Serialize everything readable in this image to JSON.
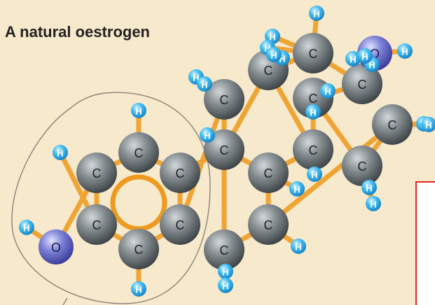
{
  "title": "A natural oestrogen",
  "colors": {
    "background": "#f7e9cc",
    "bond": "#f0a433",
    "aromatic_ring": "#ee9a1e",
    "carbon": "#6f767a",
    "hydrogen": "#3ab4ee",
    "oxygen": "#6b70c8",
    "outline": "#8a8278",
    "callout_border": "#e52521"
  },
  "atoms": [
    {
      "id": "c1",
      "label": "C",
      "element": "carbon"
    },
    {
      "id": "c2",
      "label": "C",
      "element": "carbon"
    },
    {
      "id": "c3",
      "label": "C",
      "element": "carbon"
    },
    {
      "id": "c4",
      "label": "C",
      "element": "carbon"
    },
    {
      "id": "c5",
      "label": "C",
      "element": "carbon"
    },
    {
      "id": "c6",
      "label": "C",
      "element": "carbon"
    },
    {
      "id": "c7",
      "label": "C",
      "element": "carbon"
    },
    {
      "id": "c8",
      "label": "C",
      "element": "carbon"
    },
    {
      "id": "c9",
      "label": "C",
      "element": "carbon"
    },
    {
      "id": "c10",
      "label": "C",
      "element": "carbon"
    },
    {
      "id": "c11",
      "label": "C",
      "element": "carbon"
    },
    {
      "id": "c12",
      "label": "C",
      "element": "carbon"
    },
    {
      "id": "c13",
      "label": "C",
      "element": "carbon"
    },
    {
      "id": "c14",
      "label": "C",
      "element": "carbon"
    },
    {
      "id": "c15",
      "label": "C",
      "element": "carbon"
    },
    {
      "id": "c16",
      "label": "C",
      "element": "carbon"
    },
    {
      "id": "c17",
      "label": "C",
      "element": "carbon"
    },
    {
      "id": "c18",
      "label": "C",
      "element": "carbon"
    },
    {
      "id": "o1",
      "label": "O",
      "element": "oxygen"
    },
    {
      "id": "o2",
      "label": "O",
      "element": "oxygen"
    },
    {
      "id": "h1",
      "label": "H",
      "element": "hydrogen"
    },
    {
      "id": "h2",
      "label": "H",
      "element": "hydrogen"
    },
    {
      "id": "h3",
      "label": "H",
      "element": "hydrogen"
    },
    {
      "id": "h4",
      "label": "H",
      "element": "hydrogen"
    },
    {
      "id": "h5",
      "label": "H",
      "element": "hydrogen"
    },
    {
      "id": "h6",
      "label": "H",
      "element": "hydrogen"
    },
    {
      "id": "h7",
      "label": "H",
      "element": "hydrogen"
    },
    {
      "id": "h8",
      "label": "H",
      "element": "hydrogen"
    },
    {
      "id": "h9",
      "label": "H",
      "element": "hydrogen"
    },
    {
      "id": "h10",
      "label": "H",
      "element": "hydrogen"
    },
    {
      "id": "h11",
      "label": "H",
      "element": "hydrogen"
    },
    {
      "id": "h12",
      "label": "H",
      "element": "hydrogen"
    },
    {
      "id": "h13",
      "label": "H",
      "element": "hydrogen"
    },
    {
      "id": "h14",
      "label": "H",
      "element": "hydrogen"
    },
    {
      "id": "h15",
      "label": "H",
      "element": "hydrogen"
    },
    {
      "id": "h16",
      "label": "H",
      "element": "hydrogen"
    },
    {
      "id": "h17",
      "label": "H",
      "element": "hydrogen"
    },
    {
      "id": "h18",
      "label": "H",
      "element": "hydrogen"
    },
    {
      "id": "h19",
      "label": "H",
      "element": "hydrogen"
    },
    {
      "id": "h20",
      "label": "H",
      "element": "hydrogen"
    },
    {
      "id": "h21",
      "label": "H",
      "element": "hydrogen"
    },
    {
      "id": "h22",
      "label": "H",
      "element": "hydrogen"
    },
    {
      "id": "h23",
      "label": "H",
      "element": "hydrogen"
    },
    {
      "id": "h24",
      "label": "H",
      "element": "hydrogen"
    },
    {
      "id": "h25",
      "label": "H",
      "element": "hydrogen"
    },
    {
      "id": "h26",
      "label": "H",
      "element": "hydrogen"
    },
    {
      "id": "h27",
      "label": "H",
      "element": "hydrogen"
    }
  ],
  "bonds": [
    [
      "c1",
      "c2"
    ],
    [
      "c2",
      "c3"
    ],
    [
      "c3",
      "c4"
    ],
    [
      "c4",
      "c5"
    ],
    [
      "c5",
      "c6"
    ],
    [
      "c6",
      "c1"
    ],
    [
      "c2",
      "c7"
    ],
    [
      "c7",
      "c8"
    ],
    [
      "c8",
      "c9"
    ],
    [
      "c9",
      "c10"
    ],
    [
      "c10",
      "c11"
    ],
    [
      "c11",
      "c3"
    ],
    [
      "c7",
      "c12"
    ],
    [
      "c12",
      "c13"
    ],
    [
      "c13",
      "c8"
    ],
    [
      "c12",
      "c14"
    ],
    [
      "c14",
      "c15"
    ],
    [
      "c15",
      "c16"
    ],
    [
      "c16",
      "c13"
    ],
    [
      "c16",
      "c17"
    ],
    [
      "c17",
      "c18"
    ],
    [
      "c18",
      "c9"
    ],
    [
      "c6",
      "o1"
    ],
    [
      "o1",
      "h1"
    ],
    [
      "c15",
      "o2"
    ],
    [
      "o2",
      "h2"
    ],
    [
      "c1",
      "h3"
    ],
    [
      "c5",
      "h4"
    ],
    [
      "c4",
      "h5"
    ],
    [
      "c10",
      "h6"
    ],
    [
      "c10",
      "h7"
    ],
    [
      "c11",
      "h8"
    ],
    [
      "c11",
      "h9"
    ],
    [
      "c8",
      "h10"
    ],
    [
      "c9",
      "h11"
    ],
    [
      "c7",
      "h12"
    ],
    [
      "c13",
      "h13"
    ],
    [
      "c14",
      "h14"
    ],
    [
      "c14",
      "h15"
    ],
    [
      "c14",
      "h16"
    ],
    [
      "c12",
      "h17"
    ],
    [
      "c12",
      "h18"
    ],
    [
      "c16",
      "h19"
    ],
    [
      "c17",
      "h20"
    ],
    [
      "c17",
      "h21"
    ],
    [
      "c18",
      "h22"
    ],
    [
      "c18",
      "h23"
    ],
    [
      "c15",
      "h24"
    ],
    [
      "c15",
      "h25"
    ],
    [
      "c15",
      "h26"
    ],
    [
      "c16",
      "h27"
    ]
  ]
}
